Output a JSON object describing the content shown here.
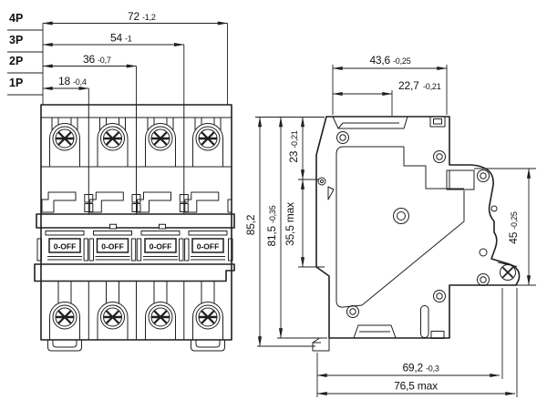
{
  "front_view": {
    "pole_rows": [
      {
        "label": "4P",
        "value": "72",
        "tol": "-1,2"
      },
      {
        "label": "3P",
        "value": "54",
        "tol": "-1"
      },
      {
        "label": "2P",
        "value": "36",
        "tol": "-0,7"
      },
      {
        "label": "1P",
        "value": "18",
        "tol": "-0,4"
      }
    ],
    "toggle_label": "0-OFF"
  },
  "side_view": {
    "dim_width_top": {
      "value": "43,6",
      "tol": "-0,25"
    },
    "dim_width_handle": {
      "value": "22,7",
      "tol": "-0,21"
    },
    "dim_height_overall": {
      "value": "85,2"
    },
    "dim_height_body": {
      "value": "81,5",
      "tol": "-0,35"
    },
    "dim_top_to_rail": {
      "value": "23",
      "tol": "-0,21"
    },
    "dim_rail_zone": {
      "value": "35,5 max"
    },
    "dim_clip_height": {
      "value": "45",
      "tol": "-0,25"
    },
    "dim_depth_lower": {
      "value": "69,2",
      "tol": "-0,3"
    },
    "dim_depth_overall": {
      "value": "76,5 max"
    }
  },
  "colors": {
    "line": "#1f1f1f",
    "background": "#ffffff"
  }
}
